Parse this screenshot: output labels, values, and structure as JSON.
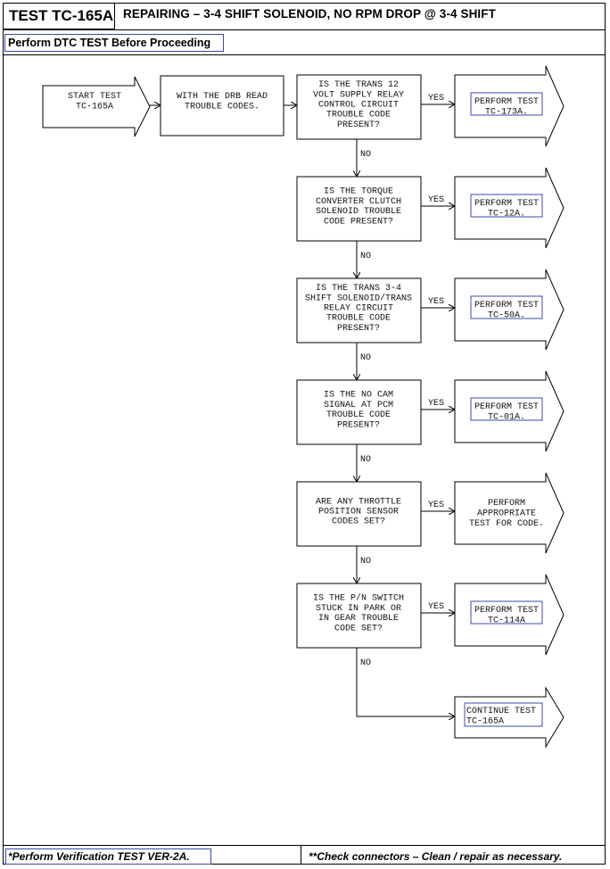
{
  "header": {
    "test_id": "TEST TC-165A",
    "title": "REPAIRING – 3-4 SHIFT SOLENOID, NO RPM DROP @ 3-4 SHIFT",
    "prerequisite": "Perform DTC TEST Before Proceeding"
  },
  "flow": {
    "start": [
      "START TEST",
      "TC-165A"
    ],
    "step1": [
      "WITH THE DRB READ",
      "TROUBLE CODES."
    ],
    "questions": [
      [
        "IS THE TRANS 12",
        "VOLT SUPPLY RELAY",
        "CONTROL CIRCUIT",
        "TROUBLE CODE",
        "PRESENT?"
      ],
      [
        "IS THE TORQUE",
        "CONVERTER CLUTCH",
        "SOLENOID TROUBLE",
        "CODE PRESENT?"
      ],
      [
        "IS THE TRANS 3-4",
        "SHIFT SOLENOID/TRANS",
        "RELAY CIRCUIT",
        "TROUBLE CODE",
        "PRESENT?"
      ],
      [
        "IS THE NO CAM",
        "SIGNAL AT PCM",
        "TROUBLE CODE",
        "PRESENT?"
      ],
      [
        "ARE ANY THROTTLE",
        "POSITION SENSOR",
        "CODES SET?"
      ],
      [
        "IS THE P/N SWITCH",
        "STUCK IN PARK OR",
        "IN GEAR TROUBLE",
        "CODE SET?"
      ]
    ],
    "results": [
      [
        "PERFORM TEST",
        "TC-173A."
      ],
      [
        "PERFORM TEST",
        "TC-12A."
      ],
      [
        "PERFORM TEST",
        "TC-50A."
      ],
      [
        "PERFORM TEST",
        "TC-01A."
      ],
      [
        "PERFORM",
        "APPROPRIATE",
        "TEST FOR CODE."
      ],
      [
        "PERFORM TEST",
        "TC-114A"
      ]
    ],
    "final": [
      "CONTINUE TEST",
      "TC-165A"
    ],
    "yes_label": "YES",
    "no_label": "NO"
  },
  "footer": {
    "left": "*Perform Verification TEST VER-2A.",
    "right": "**Check connectors – Clean / repair as necessary."
  }
}
